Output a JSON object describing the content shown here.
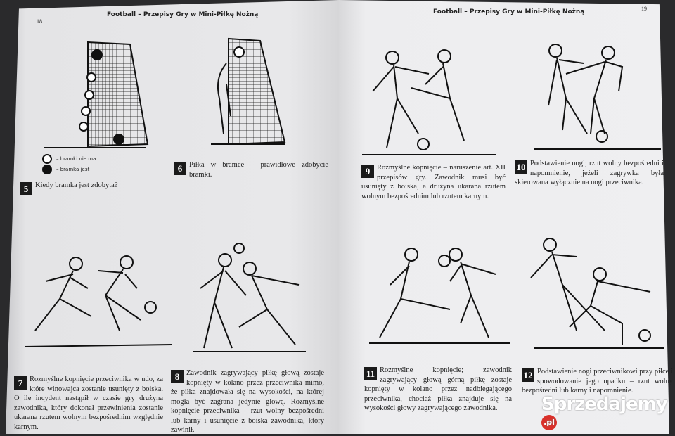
{
  "header_title": "Football – Przepisy Gry w Mini-Piłkę Nożną",
  "left_page_number": "18",
  "right_page_number": "19",
  "legend": {
    "no_goal": "– bramki nie ma",
    "goal": "– bramka jest"
  },
  "captions": [
    {
      "n": "5",
      "text": "Kiedy bramka jest zdobyta?"
    },
    {
      "n": "6",
      "text": "Piłka w bramce – prawidłowe zdobycie bramki."
    },
    {
      "n": "7",
      "text": "Rozmyślne kopnięcie przeciwnika w udo, za które winowajca zostanie usunięty z boiska. O ile incydent nastąpił w czasie gry drużyna zawodnika, który dokonał przewinienia zostanie ukarana rzutem wolnym bezpośrednim względnie karnym."
    },
    {
      "n": "8",
      "text": "Zawodnik zagrywający piłkę głową zostaje kopnięty w kolano przez przeciwnika mimo, że piłka znajdowała się na wysokości, na której mogła być zagrana jedynie głową. Rozmyślne kopnięcie przeciwnika – rzut wolny bezpośredni lub karny i usunięcie z boiska zawodnika, który zawinił."
    },
    {
      "n": "9",
      "text": "Rozmyślne kopnięcie – naruszenie art. XII przepisów gry. Zawodnik musi być usunięty z boiska, a drużyna ukarana rzutem wolnym bezpośrednim lub rzutem karnym."
    },
    {
      "n": "10",
      "text": "Podstawienie nogi; rzut wolny bezpośredni i napomnienie, jeżeli zagrywka była skierowana wyłącznie na nogi przeciwnika."
    },
    {
      "n": "11",
      "text": "Rozmyślne kopnięcie; zawodnik zagrywający głową górną piłkę zostaje kopnięty w kolano przez nadbiegającego przeciwnika, chociaż piłka znajduje się na wysokości głowy zagrywającego zawodnika."
    },
    {
      "n": "12",
      "text": "Podstawienie nogi przeciwnikowi przy piłce i spowodowanie jego upadku – rzut wolny bezpośredni lub karny i napomnienie."
    }
  ],
  "watermark": {
    "text": "Sprzedajemy",
    "badge": ".pl"
  }
}
